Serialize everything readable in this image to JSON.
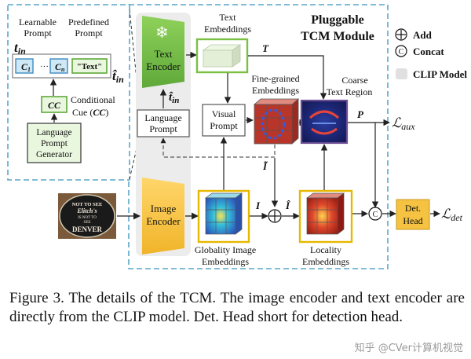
{
  "module": {
    "title_line1": "Pluggable",
    "title_line2": "TCM Module"
  },
  "legend": {
    "add_symbol": "+",
    "add_label": "Add",
    "concat_symbol": "C",
    "concat_label": "Concat",
    "clip_label": "CLIP Model"
  },
  "prompt_panel": {
    "learnable_line1": "Learnable",
    "learnable_line2": "Prompt",
    "predefined_line1": "Predefined",
    "predefined_line2": "Prompt",
    "t_in": "t",
    "t_in_sub": "in",
    "c1": "C",
    "c1_sub": "1",
    "dots": "···",
    "cn": "C",
    "cn_sub": "n",
    "text_token": "\"Text\"",
    "t_hat": "t̂",
    "t_hat_sub": "in",
    "cc_box": "CC",
    "cond_line1": "Conditional",
    "cond_line2": "Cue (",
    "cond_cc": "CC",
    "cond_close": ")",
    "lpg_line1": "Language",
    "lpg_line2": "Prompt",
    "lpg_line3": "Generator"
  },
  "blocks": {
    "text_encoder_line1": "Text",
    "text_encoder_line2": "Encoder",
    "t_hat_mid": "t̂",
    "t_hat_mid_sub": "in",
    "language_prompt_line1": "Language",
    "language_prompt_line2": "Prompt",
    "visual_prompt_line1": "Visual",
    "visual_prompt_line2": "Prompt",
    "image_encoder_line1": "Image",
    "image_encoder_line2": "Encoder",
    "det_head_line1": "Det.",
    "det_head_line2": "Head"
  },
  "labels": {
    "text_emb_line1": "Text",
    "text_emb_line2": "Embeddings",
    "T": "T",
    "fine_line1": "Fine-grained",
    "fine_line2": "Embeddings",
    "coarse_line1": "Coarse",
    "coarse_line2": "Text Region",
    "P": "P",
    "I_tilde": "Ĩ",
    "I": "I",
    "I_hat": "Î",
    "global_line1": "Globality Image",
    "global_line2": "Embeddings",
    "local_line1": "Locality",
    "local_line2": "Embeddings",
    "loss_aux": "ℒ",
    "loss_aux_sub": "aux",
    "loss_det": "ℒ",
    "loss_det_sub": "det"
  },
  "input_image": {
    "line1": "NOT TO SEE",
    "line2": "Elitch's",
    "line3": "IS NOT TO",
    "line4": "SEE",
    "line5": "DENVER"
  },
  "caption": "Figure 3.  The details of the TCM. The image encoder and text encoder are directly from the CLIP model.  Det. Head short for detection head.",
  "watermark": "知乎 @CVer计算机视觉",
  "colors": {
    "dashed_border": "#5aa6c8",
    "clip_bg": "#ececec",
    "text_encoder": "#7bc043",
    "image_encoder": "#f5c242",
    "det_head": "#f5c242",
    "yellow_border": "#e6b800",
    "green_border": "#7bc043",
    "purple_border": "#6a4c93",
    "token_fill": "#cfe8f5",
    "token_border": "#3d8bbf",
    "red_feat": "#c0392b",
    "blue_feat": "#2d3a8c"
  }
}
